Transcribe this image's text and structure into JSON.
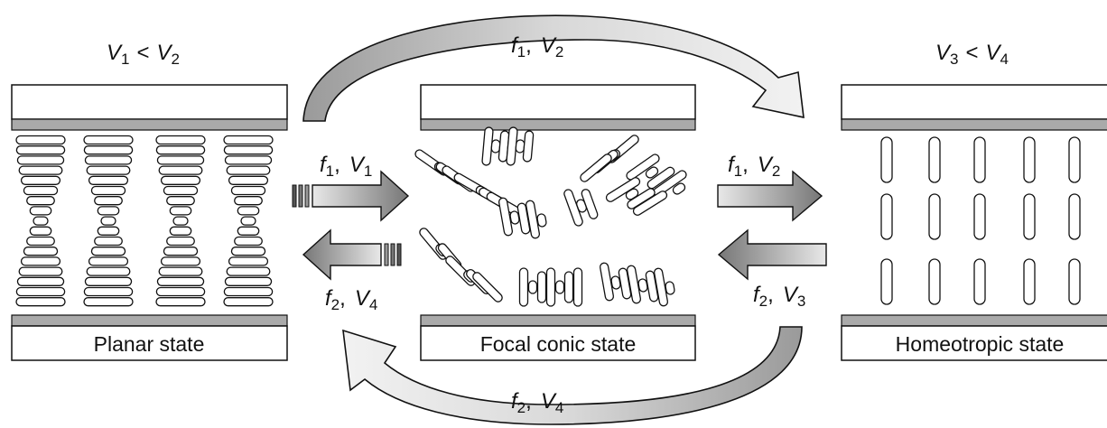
{
  "figure": {
    "states": [
      {
        "id": "planar",
        "label": "Planar state",
        "condition": {
          "a": "V",
          "a_sub": "1",
          "op": "<",
          "b": "V",
          "b_sub": "2"
        }
      },
      {
        "id": "focal",
        "label": "Focal conic state"
      },
      {
        "id": "homeotropic",
        "label": "Homeotropic state",
        "condition": {
          "a": "V",
          "a_sub": "3",
          "op": "<",
          "b": "V",
          "b_sub": "4"
        }
      }
    ],
    "transitions": {
      "top_arc": {
        "f": "f",
        "f_sub": "1",
        "v": "V",
        "v_sub": "2"
      },
      "planar_to_focal": {
        "f": "f",
        "f_sub": "1",
        "v": "V",
        "v_sub": "1"
      },
      "focal_to_planar": {
        "f": "f",
        "f_sub": "2",
        "v": "V",
        "v_sub": "4"
      },
      "focal_to_homeo": {
        "f": "f",
        "f_sub": "1",
        "v": "V",
        "v_sub": "2"
      },
      "homeo_to_focal": {
        "f": "f",
        "f_sub": "2",
        "v": "V",
        "v_sub": "3"
      },
      "bottom_arc": {
        "f": "f",
        "f_sub": "2",
        "v": "V",
        "v_sub": "4"
      }
    },
    "colors": {
      "line": "#111111",
      "electrode": "#aaaaaa",
      "arrow_dark": "#7a7a7a",
      "arrow_light": "#e6e6e6",
      "arc_fill": "#a6a6a6"
    }
  }
}
